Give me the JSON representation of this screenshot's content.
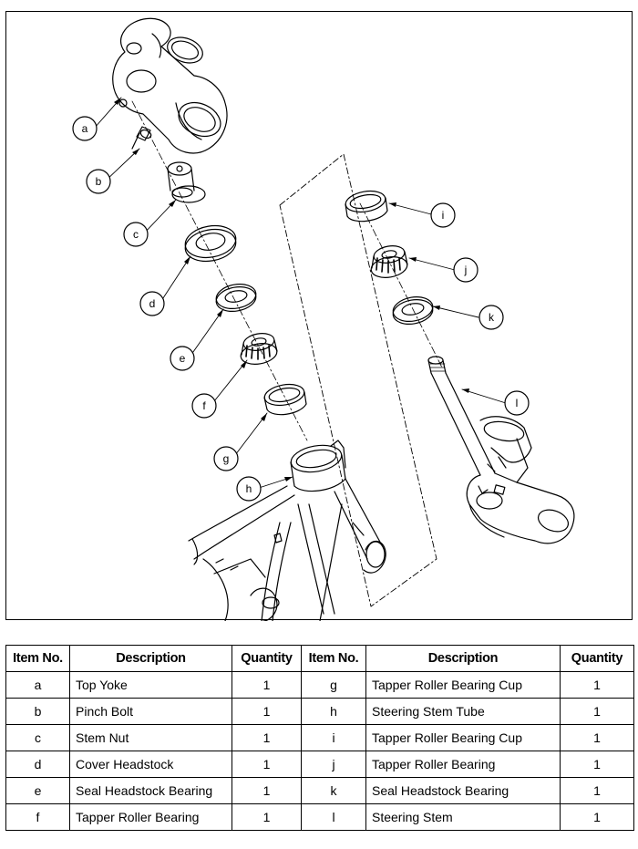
{
  "diagram": {
    "callouts": [
      "a",
      "b",
      "c",
      "d",
      "e",
      "f",
      "g",
      "h",
      "i",
      "j",
      "k",
      "l"
    ]
  },
  "table": {
    "headers": [
      "Item No.",
      "Description",
      "Quantity",
      "Item No.",
      "Description",
      "Quantity"
    ],
    "rows": [
      {
        "item_left": "a",
        "desc_left": "Top Yoke",
        "qty_left": "1",
        "item_right": "g",
        "desc_right": "Tapper Roller Bearing Cup",
        "qty_right": "1"
      },
      {
        "item_left": "b",
        "desc_left": "Pinch Bolt",
        "qty_left": "1",
        "item_right": "h",
        "desc_right": "Steering Stem Tube",
        "qty_right": "1"
      },
      {
        "item_left": "c",
        "desc_left": "Stem Nut",
        "qty_left": "1",
        "item_right": "i",
        "desc_right": "Tapper Roller Bearing Cup",
        "qty_right": "1"
      },
      {
        "item_left": "d",
        "desc_left": "Cover Headstock",
        "qty_left": "1",
        "item_right": "j",
        "desc_right": "Tapper Roller Bearing",
        "qty_right": "1"
      },
      {
        "item_left": "e",
        "desc_left": "Seal Headstock Bearing",
        "qty_left": "1",
        "item_right": "k",
        "desc_right": "Seal Headstock Bearing",
        "qty_right": "1"
      },
      {
        "item_left": "f",
        "desc_left": "Tapper Roller Bearing",
        "qty_left": "1",
        "item_right": "l",
        "desc_right": "Steering Stem",
        "qty_right": "1"
      }
    ]
  }
}
